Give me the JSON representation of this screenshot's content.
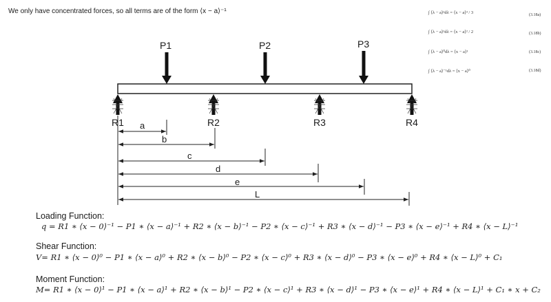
{
  "intro_text": "We only have concentrated forces, so all terms are of the form ⟨x − a⟩⁻¹",
  "integrals": [
    {
      "expr": "∫ ⟨λ − a⟩²dλ = ⟨x − a⟩³ / 3",
      "tag": "(3.18a)"
    },
    {
      "expr": "∫ ⟨λ − a⟩¹dλ = ⟨x − a⟩² / 2",
      "tag": "(3.18b)"
    },
    {
      "expr": "∫ ⟨λ − a⟩⁰dλ = ⟨x − a⟩¹",
      "tag": "(3.18c)"
    },
    {
      "expr": "∫ ⟨λ − a⟩⁻¹dλ = ⟨x − a⟩⁰",
      "tag": "(3.18d)"
    }
  ],
  "forces": [
    "P1",
    "P2",
    "P3"
  ],
  "reactions": [
    "R1",
    "R2",
    "R3",
    "R4"
  ],
  "dimensions": [
    "a",
    "b",
    "c",
    "d",
    "e",
    "L"
  ],
  "loading": {
    "title": "Loading Function:",
    "expr": "q = R1 ∗ ⟨x − 0⟩⁻¹ − P1 ∗ ⟨x − a⟩⁻¹ + R2 ∗ ⟨x − b⟩⁻¹ − P2 ∗ ⟨x − c⟩⁻¹ + R3 ∗ ⟨x − d⟩⁻¹ − P3 ∗ ⟨x − e⟩⁻¹ + R4 ∗ ⟨x − L⟩⁻¹"
  },
  "shear": {
    "title": "Shear Function:",
    "expr": "V= R1 ∗ ⟨x − 0⟩⁰ − P1 ∗ ⟨x − a⟩⁰ + R2 ∗ ⟨x − b⟩⁰ − P2 ∗ ⟨x − c⟩⁰ + R3 ∗ ⟨x − d⟩⁰ − P3 ∗ ⟨x − e⟩⁰ + R4 ∗ ⟨x − L⟩⁰ + C₁"
  },
  "moment": {
    "title": "Moment Function:",
    "expr": "M= R1 ∗ ⟨x − 0⟩¹ − P1 ∗ ⟨x − a⟩¹ + R2 ∗ ⟨x − b⟩¹ − P2 ∗ ⟨x − c⟩¹ + R3 ∗ ⟨x − d⟩¹ − P3 ∗ ⟨x − e⟩¹ + R4 ∗ ⟨x − L⟩¹ + C₁ ∗ x + C₂"
  }
}
